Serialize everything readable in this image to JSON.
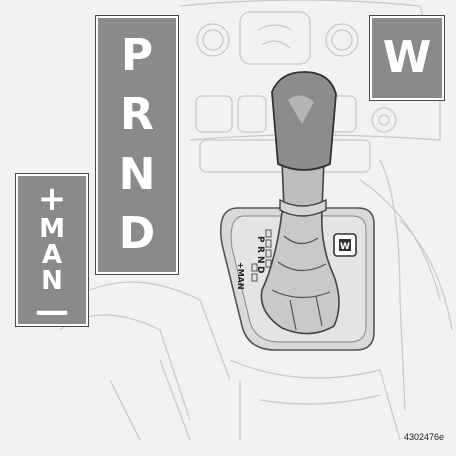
{
  "gear_panel": {
    "letters": [
      "P",
      "R",
      "N",
      "D"
    ]
  },
  "manual_panel": {
    "plus": "+",
    "letters": [
      "M",
      "A",
      "N"
    ],
    "minus": "—"
  },
  "winter_panel": {
    "letter": "W"
  },
  "shifter_gate": {
    "letters": [
      "P",
      "R",
      "N",
      "D"
    ],
    "man_label": "+MAN",
    "winter_button": "W"
  },
  "figure_code": "4302476e",
  "colors": {
    "panel": "#8a8a8a",
    "panel_text": "#ffffff",
    "knob": "#8c8c8c",
    "line": "#555555",
    "background": "#f2f2f2"
  }
}
